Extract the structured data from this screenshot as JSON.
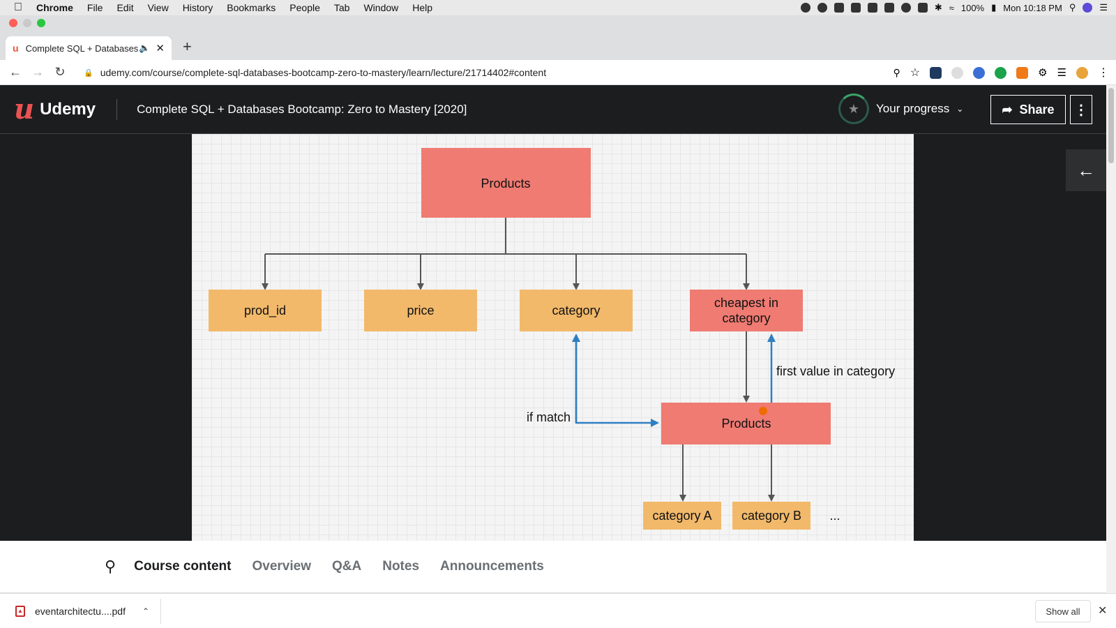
{
  "menubar": {
    "app": "Chrome",
    "items": [
      "File",
      "Edit",
      "View",
      "History",
      "Bookmarks",
      "People",
      "Tab",
      "Window",
      "Help"
    ],
    "battery": "100%",
    "clock": "Mon 10:18 PM"
  },
  "browser": {
    "tab_title": "Complete SQL + Databases",
    "url": "udemy.com/course/complete-sql-databases-bootcamp-zero-to-mastery/learn/lecture/21714402#content"
  },
  "udemy": {
    "brand": "Udemy",
    "course_title": "Complete SQL + Databases Bootcamp: Zero to Mastery [2020]",
    "progress_label": "Your progress",
    "share_label": "Share"
  },
  "diagram": {
    "nodes": {
      "products_top": "Products",
      "prod_id": "prod_id",
      "price": "price",
      "category": "category",
      "cheapest_line1": "cheapest in",
      "cheapest_line2": "category",
      "products_bottom": "Products",
      "category_a": "category A",
      "category_b": "category B",
      "ellipsis": "..."
    },
    "edge_labels": {
      "first_value": "first value in category",
      "if_match": "if match"
    },
    "colors": {
      "red_node": "#ef7b72",
      "orange_node": "#f2b96b",
      "arrow_gray": "#555555",
      "arrow_blue": "#2f7fc1"
    }
  },
  "course_tabs": [
    "Course content",
    "Overview",
    "Q&A",
    "Notes",
    "Announcements"
  ],
  "download": {
    "filename": "eventarchitectu....pdf",
    "show_all": "Show all"
  }
}
